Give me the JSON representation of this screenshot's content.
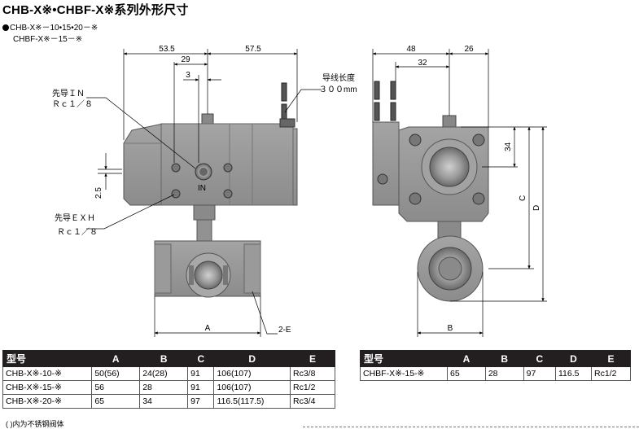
{
  "title": "CHB-X※•CHBF-X※系列外形尺寸",
  "variants": {
    "line1": "CHB-X※－10•15•20－※",
    "line2": "CHBF-X※－15－※"
  },
  "left_drawing": {
    "dims": {
      "d53_5": "53.5",
      "d29": "29",
      "d3": "3",
      "d57_5": "57.5",
      "d2_5": "2.5",
      "dA": "A",
      "d2E": "2-E"
    },
    "labels": {
      "lead_wire_title": "导线长度",
      "lead_wire_value": "３００mm",
      "pilot_in_title": "先导ＩＮ",
      "pilot_in_port": "Ｒｃ１／８",
      "pilot_exh_title": "先导ＥＸＨ",
      "pilot_exh_port": "Ｒｃ１／８",
      "in_mark": "IN"
    }
  },
  "right_drawing": {
    "dims": {
      "d48": "48",
      "d26": "26",
      "d32": "32",
      "d34": "34",
      "dC": "C",
      "dD": "D",
      "dB": "B"
    }
  },
  "table_left": {
    "headers": [
      "型号",
      "A",
      "B",
      "C",
      "D",
      "E"
    ],
    "rows": [
      [
        "CHB-X※-10-※",
        "50(56)",
        "24(28)",
        "91",
        "106(107)",
        "Rc3/8"
      ],
      [
        "CHB-X※-15-※",
        "56",
        "28",
        "91",
        "106(107)",
        "Rc1/2"
      ],
      [
        "CHB-X※-20-※",
        "65",
        "34",
        "97",
        "116.5(117.5)",
        "Rc3/4"
      ]
    ]
  },
  "table_right": {
    "headers": [
      "型号",
      "A",
      "B",
      "C",
      "D",
      "E"
    ],
    "rows": [
      [
        "CHBF-X※-15-※",
        "65",
        "28",
        "97",
        "116.5",
        "Rc1/2"
      ]
    ]
  },
  "note": "(  )内为不锈钢阀体"
}
